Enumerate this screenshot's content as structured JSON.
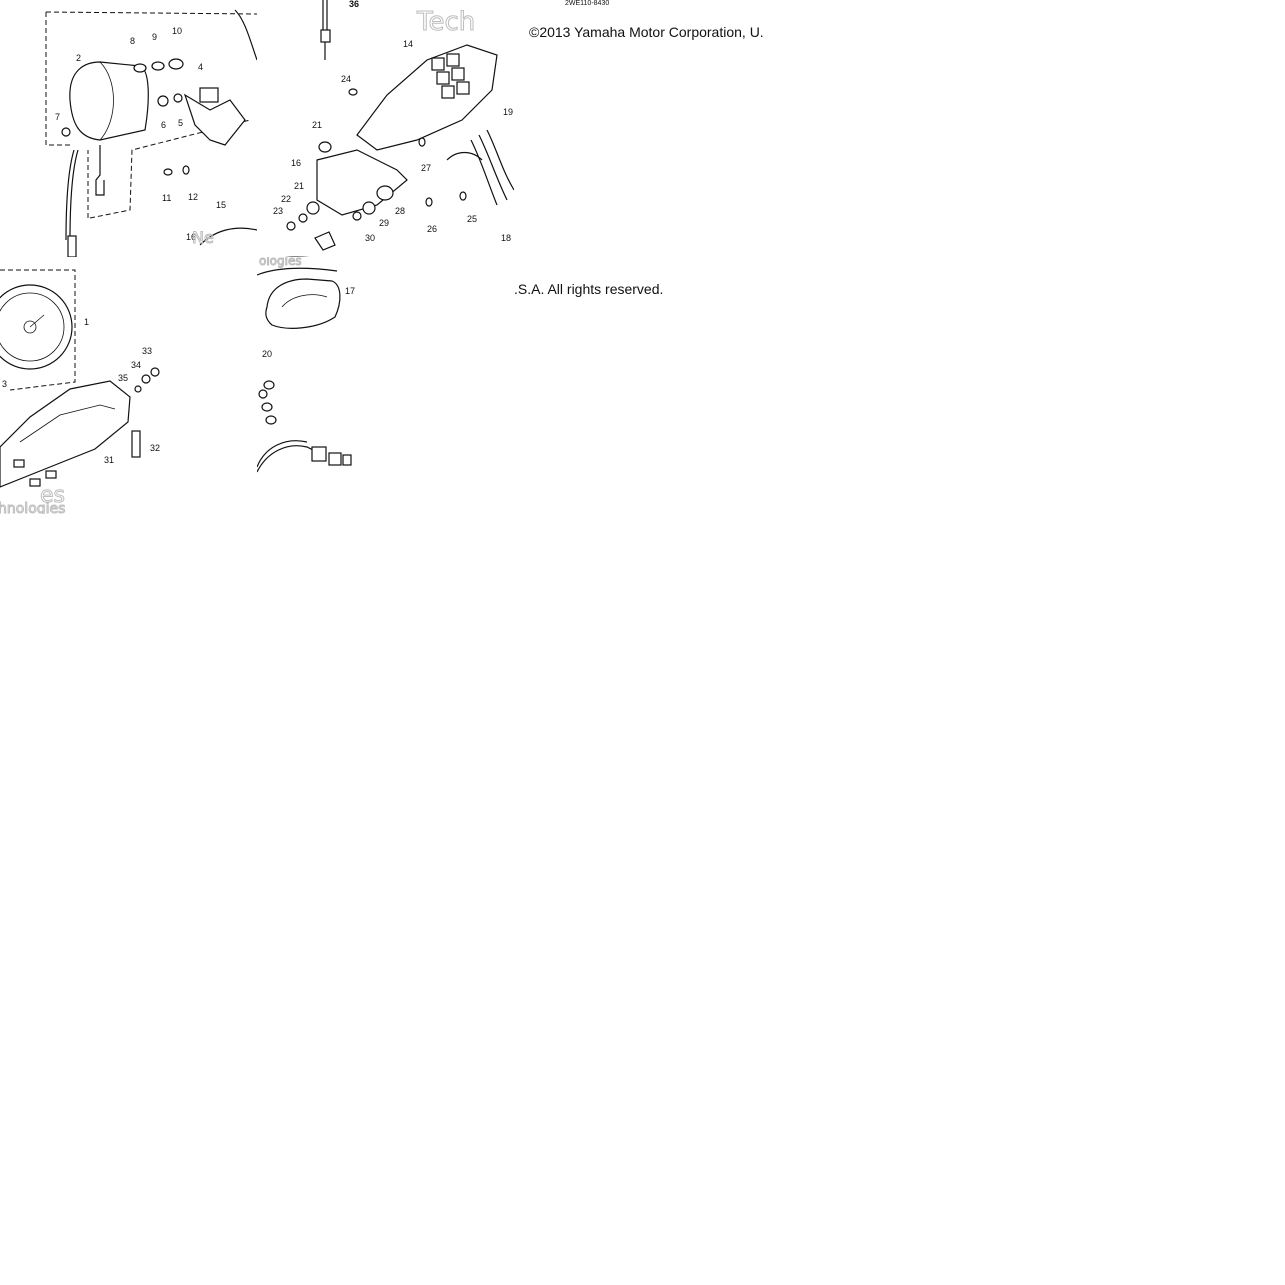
{
  "copyright": {
    "line_a": "©2013 Yamaha Motor Corporation, U.",
    "line_b": ".S.A. All rights reserved."
  },
  "figure_code": "2WE110-8430",
  "watermark": {
    "a": "Tech",
    "b": "Ne",
    "c": "ologies",
    "d": "hnologies",
    "e": "es"
  },
  "callouts": {
    "tile_a": [
      "2",
      "8",
      "9",
      "10",
      "4",
      "7",
      "6",
      "5",
      "11",
      "12",
      "15",
      "16"
    ],
    "tile_b": [
      "36",
      "24",
      "14",
      "21",
      "16",
      "21",
      "22",
      "23",
      "27",
      "28",
      "29",
      "30",
      "19",
      "26",
      "25",
      "18"
    ],
    "tile_c": [
      "1",
      "33",
      "34",
      "35",
      "3",
      "32",
      "31"
    ],
    "tile_d": [
      "17",
      "20"
    ]
  }
}
